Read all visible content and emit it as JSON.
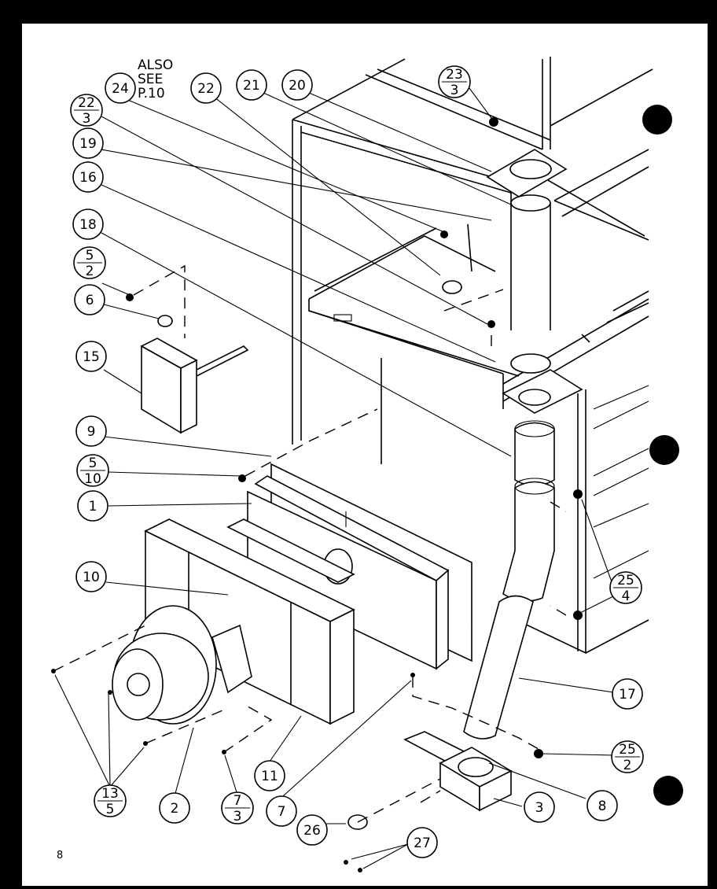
{
  "note": {
    "line1": "ALSO",
    "line2": "SEE",
    "line3": "P.10"
  },
  "page_number": "8",
  "callouts": {
    "c24": "24",
    "c22_top": "22",
    "c21": "21",
    "c20": "20",
    "c22_3_num": "22",
    "c22_3_den": "3",
    "c19": "19",
    "c16": "16",
    "c18": "18",
    "c5_2_num": "5",
    "c5_2_den": "2",
    "c6": "6",
    "c15": "15",
    "c9": "9",
    "c5_10_num": "5",
    "c5_10_den": "10",
    "c1": "1",
    "c10": "10",
    "c23_3_num": "23",
    "c23_3_den": "3",
    "c25_4_num": "25",
    "c25_4_den": "4",
    "c17": "17",
    "c25_2_num": "25",
    "c25_2_den": "2",
    "c13_5_num": "13",
    "c13_5_den": "5",
    "c2": "2",
    "c7_3_num": "7",
    "c7_3_den": "3",
    "c11": "11",
    "c7": "7",
    "c26": "26",
    "c27": "27",
    "c3": "3",
    "c8": "8"
  }
}
